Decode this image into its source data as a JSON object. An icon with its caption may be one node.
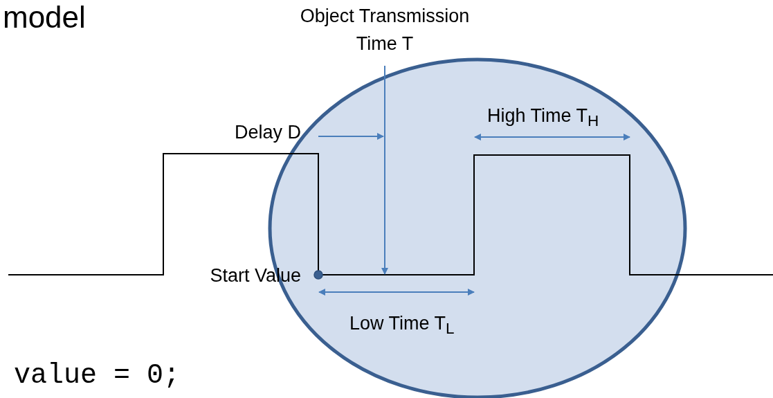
{
  "diagram": {
    "labels": [
      "model",
      "Object Transmission Time T",
      "Delay D",
      "High Time T$_{H}$",
      "Start Value",
      "Low Time T$_{L}$",
      "value = 0;"
    ]
  }
}
